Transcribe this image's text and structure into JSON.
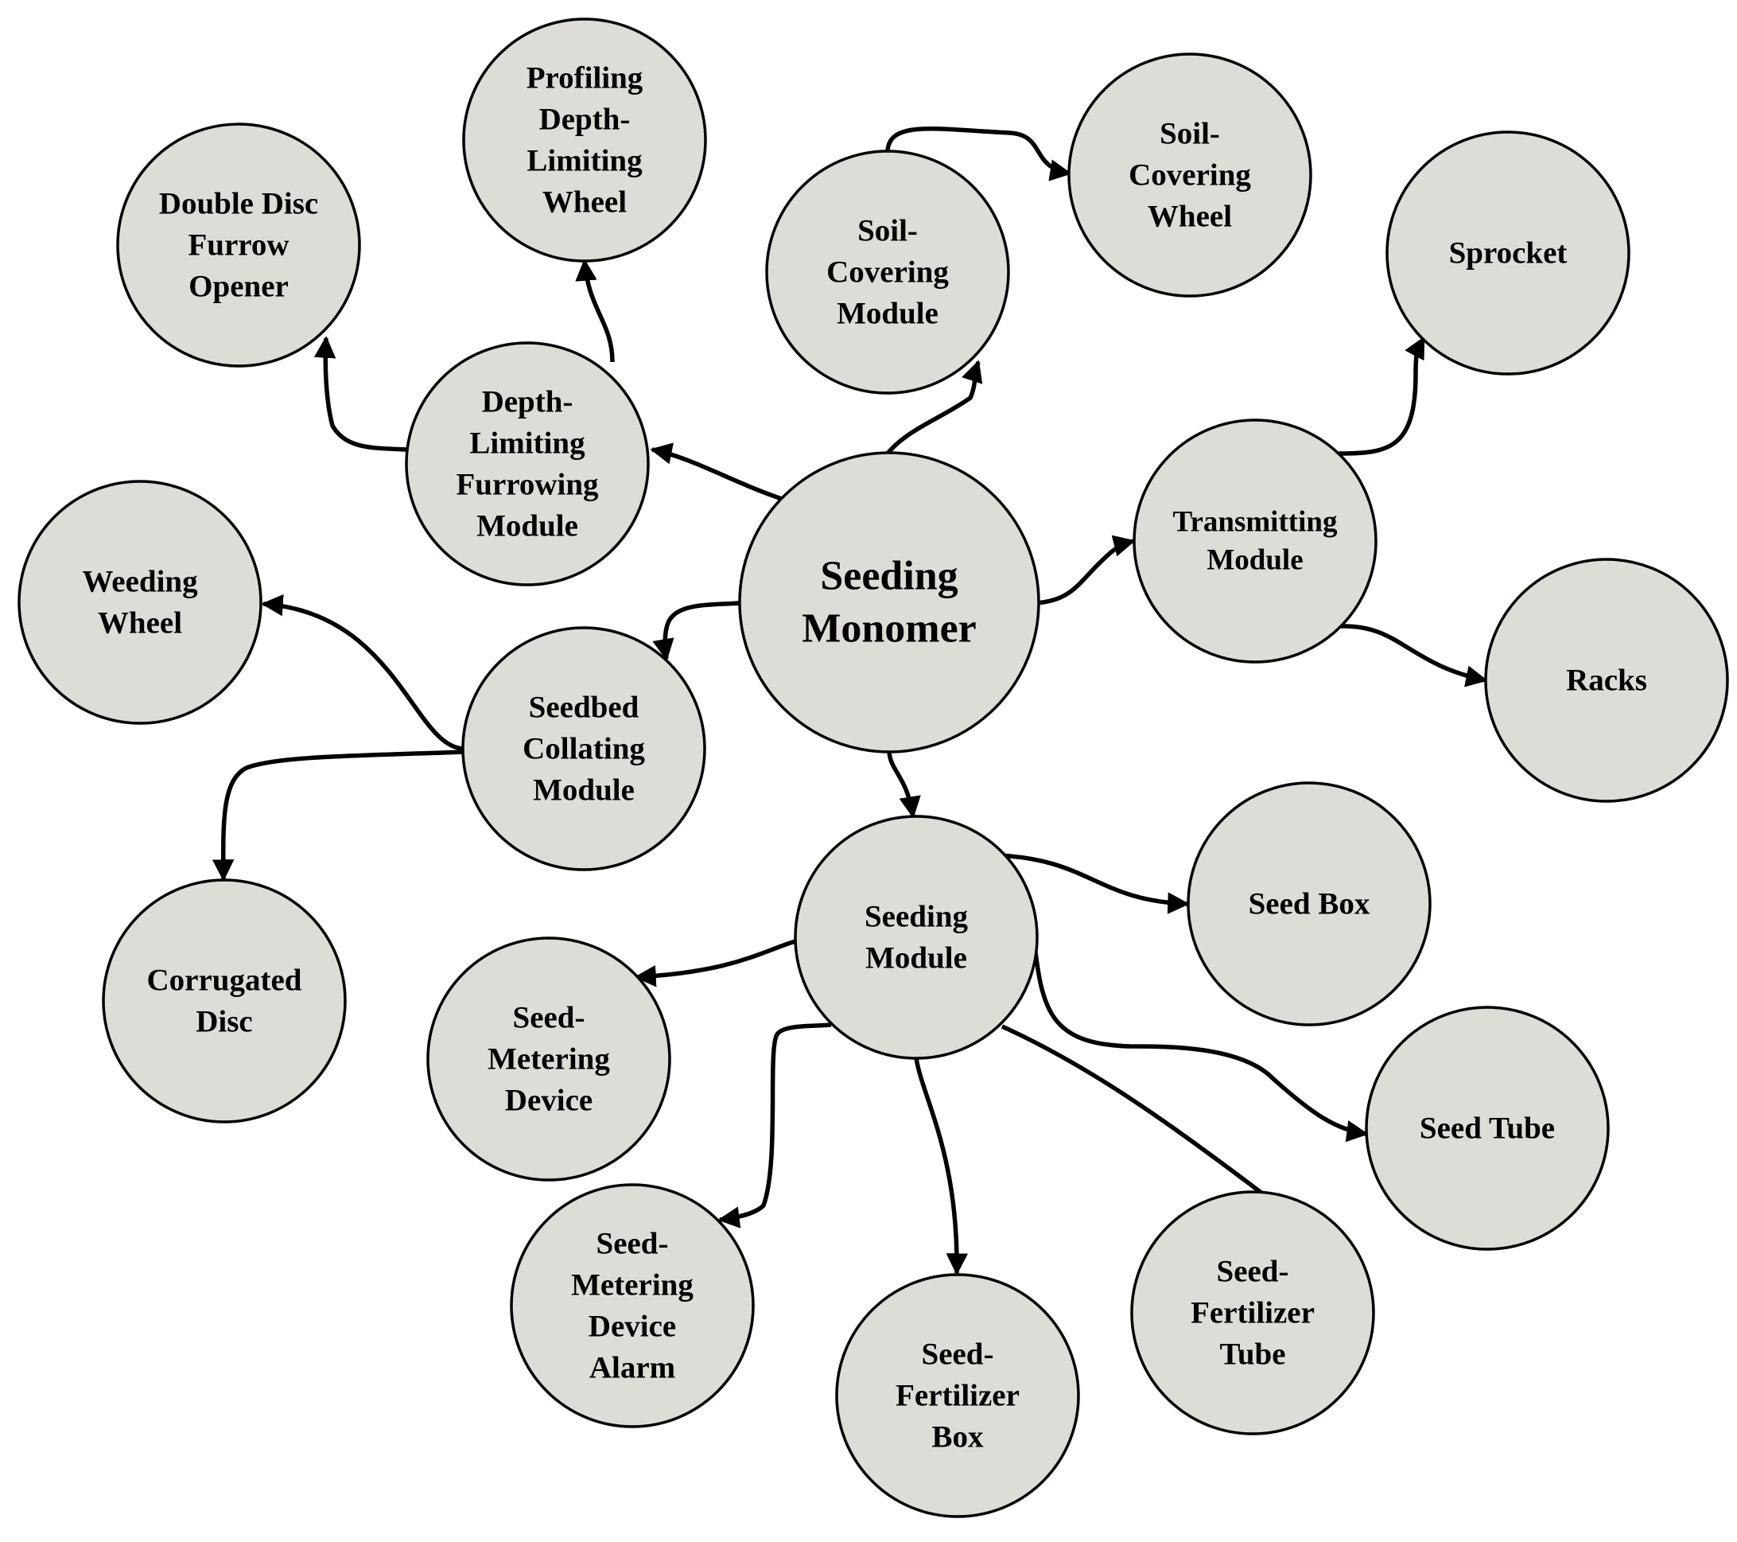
{
  "diagram": {
    "colors": {
      "node_fill": "#dddcd6",
      "stroke": "#000000",
      "background": "#ffffff"
    },
    "nodes": [
      {
        "id": "seeding-monomer",
        "label": [
          "Seeding",
          "Monomer"
        ]
      },
      {
        "id": "depth-limiting-furrowing-module",
        "label": [
          "Depth-",
          "Limiting",
          "Furrowing",
          "Module"
        ]
      },
      {
        "id": "double-disc-furrow-opener",
        "label": [
          "Double Disc",
          "Furrow",
          "Opener"
        ]
      },
      {
        "id": "profiling-depth-limiting-wheel",
        "label": [
          "Profiling",
          "Depth-",
          "Limiting",
          "Wheel"
        ]
      },
      {
        "id": "soil-covering-module",
        "label": [
          "Soil-",
          "Covering",
          "Module"
        ]
      },
      {
        "id": "soil-covering-wheel",
        "label": [
          "Soil-",
          "Covering",
          "Wheel"
        ]
      },
      {
        "id": "sprocket",
        "label": [
          "Sprocket"
        ]
      },
      {
        "id": "transmitting-module",
        "label": [
          "Transmitting",
          "Module"
        ]
      },
      {
        "id": "racks",
        "label": [
          "Racks"
        ]
      },
      {
        "id": "weeding-wheel",
        "label": [
          "Weeding",
          "Wheel"
        ]
      },
      {
        "id": "seedbed-collating-module",
        "label": [
          "Seedbed",
          "Collating",
          "Module"
        ]
      },
      {
        "id": "corrugated-disc",
        "label": [
          "Corrugated",
          "Disc"
        ]
      },
      {
        "id": "seeding-module",
        "label": [
          "Seeding",
          "Module"
        ]
      },
      {
        "id": "seed-box",
        "label": [
          "Seed Box"
        ]
      },
      {
        "id": "seed-metering-device",
        "label": [
          "Seed-",
          "Metering",
          "Device"
        ]
      },
      {
        "id": "seed-tube",
        "label": [
          "Seed Tube"
        ]
      },
      {
        "id": "seed-metering-device-alarm",
        "label": [
          "Seed-",
          "Metering",
          "Device",
          "Alarm"
        ]
      },
      {
        "id": "seed-fertilizer-box",
        "label": [
          "Seed-",
          "Fertilizer",
          "Box"
        ]
      },
      {
        "id": "seed-fertilizer-tube",
        "label": [
          "Seed-",
          "Fertilizer",
          "Tube"
        ]
      }
    ],
    "edges": [
      {
        "from": "seeding-monomer",
        "to": "depth-limiting-furrowing-module"
      },
      {
        "from": "seeding-monomer",
        "to": "soil-covering-module"
      },
      {
        "from": "seeding-monomer",
        "to": "transmitting-module"
      },
      {
        "from": "seeding-monomer",
        "to": "seedbed-collating-module"
      },
      {
        "from": "seeding-monomer",
        "to": "seeding-module"
      },
      {
        "from": "depth-limiting-furrowing-module",
        "to": "double-disc-furrow-opener"
      },
      {
        "from": "depth-limiting-furrowing-module",
        "to": "profiling-depth-limiting-wheel"
      },
      {
        "from": "soil-covering-module",
        "to": "soil-covering-wheel"
      },
      {
        "from": "transmitting-module",
        "to": "sprocket"
      },
      {
        "from": "transmitting-module",
        "to": "racks"
      },
      {
        "from": "seedbed-collating-module",
        "to": "weeding-wheel"
      },
      {
        "from": "seedbed-collating-module",
        "to": "corrugated-disc"
      },
      {
        "from": "seeding-module",
        "to": "seed-box"
      },
      {
        "from": "seeding-module",
        "to": "seed-metering-device"
      },
      {
        "from": "seeding-module",
        "to": "seed-tube"
      },
      {
        "from": "seeding-module",
        "to": "seed-metering-device-alarm"
      },
      {
        "from": "seeding-module",
        "to": "seed-fertilizer-box"
      },
      {
        "from": "seeding-module",
        "to": "seed-fertilizer-tube"
      }
    ]
  }
}
